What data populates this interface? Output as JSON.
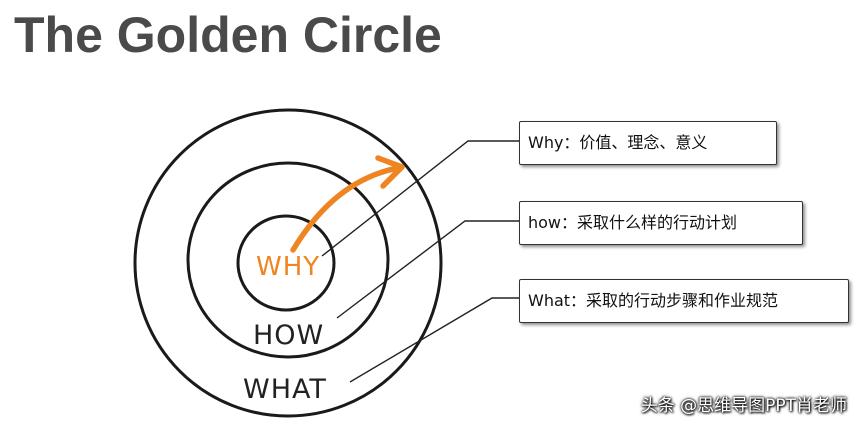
{
  "title": "The Golden Circle",
  "rings": {
    "inner_label": "WHY",
    "middle_label": "HOW",
    "outer_label": "WHAT"
  },
  "callouts": [
    {
      "text": "Why：价值、理念、意义"
    },
    {
      "text": "how：采取什么样的行动计划"
    },
    {
      "text": "What：采取的行动步骤和作业规范"
    }
  ],
  "watermark": "头条 @思维导图PPT肖老师",
  "colors": {
    "title": "#4a4a4a",
    "arrow": "#ee8522",
    "why_text": "#ee8522",
    "ring_stroke": "#1a1a1a"
  },
  "icons": [
    "arrow-icon"
  ]
}
